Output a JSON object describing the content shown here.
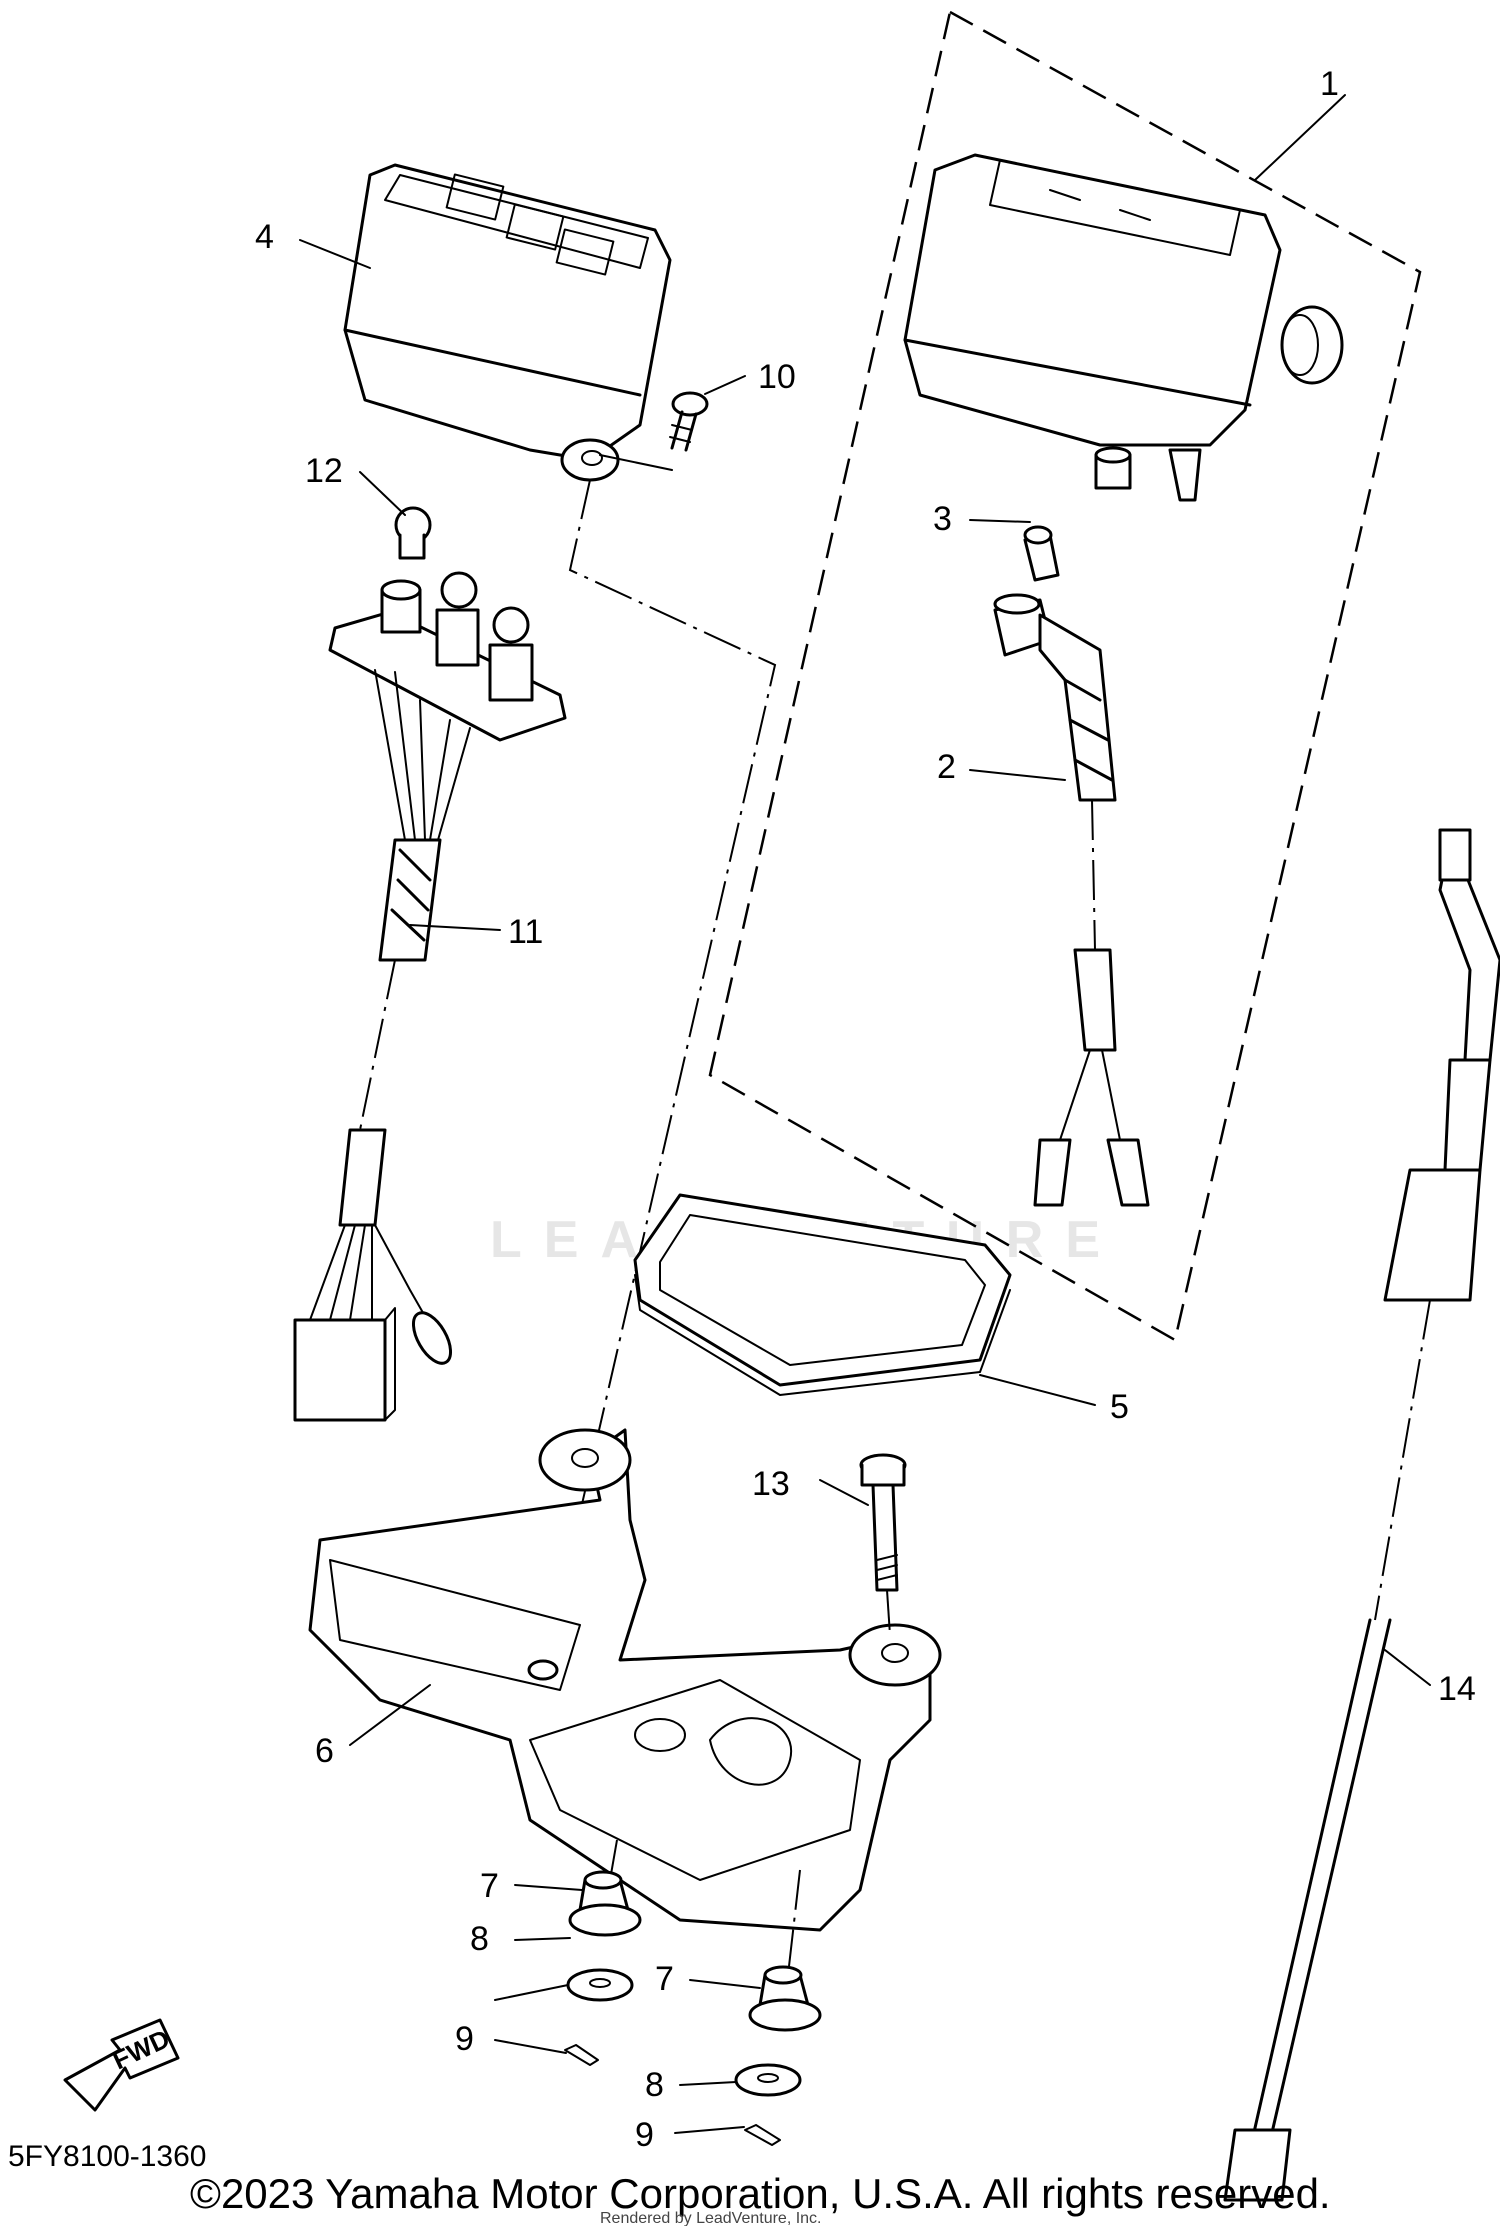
{
  "callouts": [
    {
      "id": "1",
      "label": "1"
    },
    {
      "id": "2",
      "label": "2"
    },
    {
      "id": "3",
      "label": "3"
    },
    {
      "id": "4",
      "label": "4"
    },
    {
      "id": "5",
      "label": "5"
    },
    {
      "id": "6",
      "label": "6"
    },
    {
      "id": "7a",
      "label": "7"
    },
    {
      "id": "7b",
      "label": "7"
    },
    {
      "id": "8a",
      "label": "8"
    },
    {
      "id": "8b",
      "label": "8"
    },
    {
      "id": "9a",
      "label": "9"
    },
    {
      "id": "9b",
      "label": "9"
    },
    {
      "id": "10",
      "label": "10"
    },
    {
      "id": "11",
      "label": "11"
    },
    {
      "id": "12",
      "label": "12"
    },
    {
      "id": "13",
      "label": "13"
    },
    {
      "id": "14",
      "label": "14"
    }
  ],
  "fwd_label": "FWD",
  "part_code": "5FY8100-1360",
  "copyright": "©2023 Yamaha Motor Corporation, U.S.A. All rights reserved.",
  "rendered_by": "Rendered by LeadVenture, Inc.",
  "watermark": "LEADVENTURE"
}
